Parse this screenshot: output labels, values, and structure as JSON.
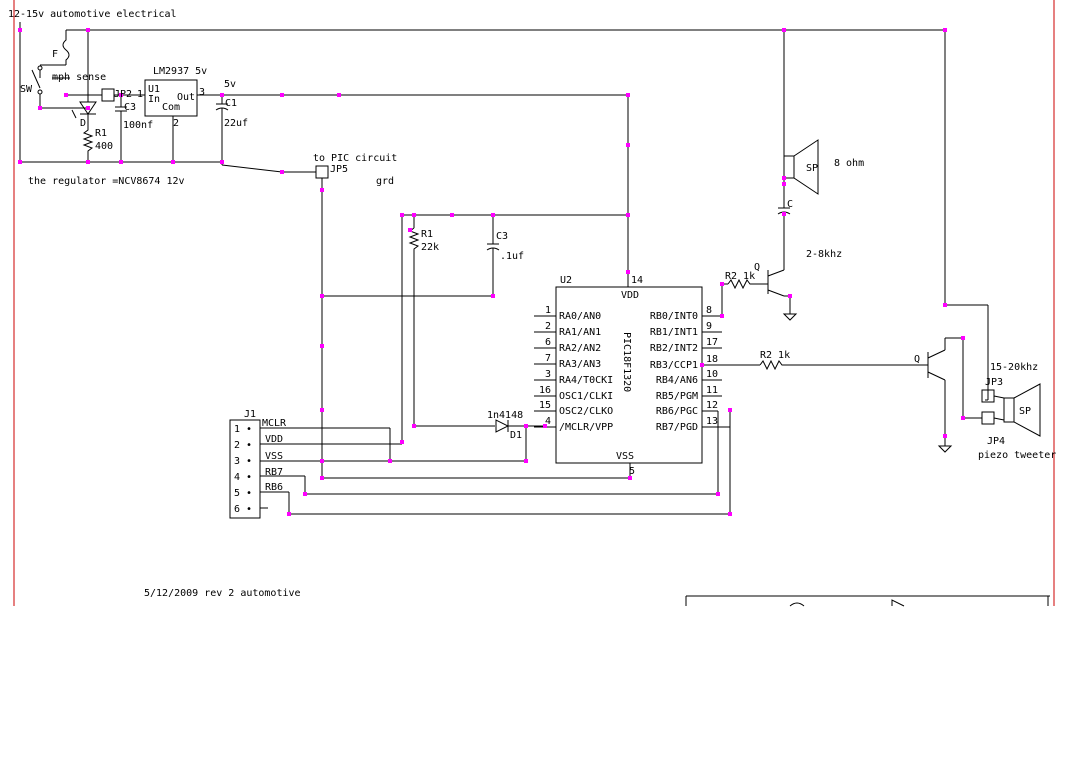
{
  "colors": {
    "wire": "#000000",
    "border": "#cc0000",
    "node": "#ff00ff"
  },
  "labels": {
    "supply": "12-15v automotive electrical",
    "fuse": "F",
    "mph_sense": "mph sense",
    "sw": "SW",
    "diode_d": "D",
    "r1_top": "R1",
    "r1_top_val": "400",
    "jp2": "JP2",
    "u1_ref": "U1",
    "u1_pin1": "1",
    "u1_in": "In",
    "u1_out": "Out",
    "u1_com": "Com",
    "u1_pin2": "2",
    "u1_pin3": "3",
    "lm2937": "LM2937 5v",
    "five_v": "5v",
    "c3_top": "C3",
    "c3_top_val": "100nf",
    "c1": "C1",
    "c1_val": "22uf",
    "to_pic": "to PIC circuit",
    "jp5": "JP5",
    "grd": "grd",
    "regulator_note": "the regulator =NCV8674 12v",
    "r1_mid": "R1",
    "r1_mid_val": "22k",
    "c3_mid": "C3",
    "c3_mid_val": ".1uf",
    "u2_ref": "U2",
    "u2_vdd": "VDD",
    "u2_pin14": "14",
    "u2_vss": "VSS",
    "u2_pin5": "5",
    "u2_part": "PIC18F1320",
    "d1": "D1",
    "d1_part": "1n4148",
    "r2_top": "R2 1k",
    "q_top": "Q",
    "freq_low": "2-8khz",
    "sp_top": "SP",
    "sp_top_ohm": "8 ohm",
    "c_top": "C",
    "r2_mid": "R2 1k",
    "q_mid": "Q",
    "freq_high": "15-20khz",
    "jp3": "JP3",
    "sp_bottom": "SP",
    "jp4": "JP4",
    "piezo": "piezo tweeter",
    "j1": "J1",
    "j1_mclr": "MCLR",
    "j1_vdd": "VDD",
    "j1_vss": "VSS",
    "j1_rb7": "RB7",
    "j1_rb6": "RB6",
    "revision": "5/12/2009 rev 2 automotive"
  },
  "u2_left_pins": [
    {
      "num": "1",
      "name": "RA0/AN0"
    },
    {
      "num": "2",
      "name": "RA1/AN1"
    },
    {
      "num": "6",
      "name": "RA2/AN2"
    },
    {
      "num": "7",
      "name": "RA3/AN3"
    },
    {
      "num": "3",
      "name": "RA4/T0CKI"
    },
    {
      "num": "16",
      "name": "OSC1/CLKI"
    },
    {
      "num": "15",
      "name": "OSC2/CLKO"
    },
    {
      "num": "4",
      "name": "/MCLR/VPP"
    }
  ],
  "u2_right_pins": [
    {
      "num": "8",
      "name": "RB0/INT0"
    },
    {
      "num": "9",
      "name": "RB1/INT1"
    },
    {
      "num": "17",
      "name": "RB2/INT2"
    },
    {
      "num": "18",
      "name": "RB3/CCP1"
    },
    {
      "num": "10",
      "name": "RB4/AN6"
    },
    {
      "num": "11",
      "name": "RB5/PGM"
    },
    {
      "num": "12",
      "name": "RB6/PGC"
    },
    {
      "num": "13",
      "name": "RB7/PGD"
    }
  ],
  "j1_pins": [
    "1",
    "2",
    "3",
    "4",
    "5",
    "6"
  ]
}
